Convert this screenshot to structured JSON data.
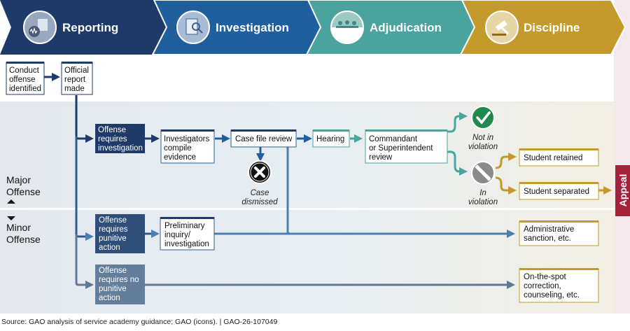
{
  "stages": [
    {
      "label": "Reporting",
      "color": "#1e3a68",
      "icon": "audio-report-icon"
    },
    {
      "label": "Investigation",
      "color": "#205f9e",
      "icon": "clipboard-search-icon"
    },
    {
      "label": "Adjudication",
      "color": "#4aa39c",
      "icon": "panel-people-icon"
    },
    {
      "label": "Discipline",
      "color": "#c49a2c",
      "icon": "gavel-icon"
    }
  ],
  "boxes": {
    "conduct_offense": [
      "Conduct",
      "offense",
      "identified"
    ],
    "official_report": [
      "Official",
      "report",
      "made"
    ],
    "requires_investigation": [
      "Offense",
      "requires",
      "investigation"
    ],
    "investigators_compile": [
      "Investigators",
      "compile",
      "evidence"
    ],
    "case_file_review": [
      "Case file review"
    ],
    "hearing": [
      "Hearing"
    ],
    "commandant_review": [
      "Commandant",
      "or Superintendent",
      "review"
    ],
    "student_retained": [
      "Student retained"
    ],
    "student_separated": [
      "Student separated"
    ],
    "requires_punitive": [
      "Offense",
      "requires",
      "punitive",
      "action"
    ],
    "preliminary_inquiry": [
      "Preliminary",
      "inquiry/",
      "investigation"
    ],
    "requires_no_punitive": [
      "Offense",
      "requires no",
      "punitive",
      "action"
    ],
    "administrative_sanction": [
      "Administrative",
      "sanction, etc."
    ],
    "on_the_spot": [
      "On-the-spot",
      "correction,",
      "counseling, etc."
    ]
  },
  "outcomes": {
    "case_dismissed": [
      "Case",
      "dismissed"
    ],
    "not_in_violation": [
      "Not in",
      "violation"
    ],
    "in_violation": [
      "In",
      "violation"
    ]
  },
  "lanes": {
    "major": [
      "Major",
      "Offense"
    ],
    "minor": [
      "Minor",
      "Offense"
    ]
  },
  "appeal_label": "Appeal",
  "source": "Source: GAO analysis of service academy guidance; GAO (icons).  |  GAO-26-107049",
  "colors": {
    "navy": "#1e3a68",
    "blue": "#205f9e",
    "teal": "#4aa39c",
    "gold": "#c49a2c",
    "appeal": "#a3213a",
    "check": "#1f8a4c",
    "x_mark": "#111111",
    "in_violation": "#8a8a8a"
  }
}
